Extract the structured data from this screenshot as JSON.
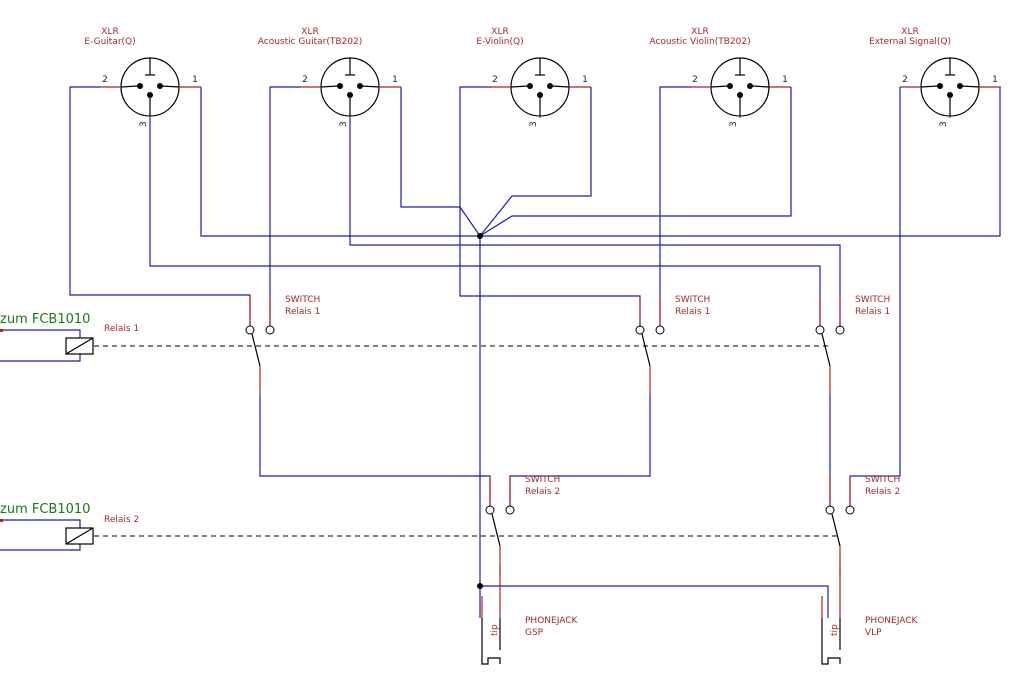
{
  "xlr_connectors": [
    {
      "type": "XLR",
      "name": "E-Guitar(Q)",
      "pin1": "1",
      "pin2": "2",
      "pin3": "3"
    },
    {
      "type": "XLR",
      "name": "Acoustic Guitar(TB202)",
      "pin1": "1",
      "pin2": "2",
      "pin3": "3"
    },
    {
      "type": "XLR",
      "name": "E-Violin(Q)",
      "pin1": "1",
      "pin2": "2",
      "pin3": "3"
    },
    {
      "type": "XLR",
      "name": "Acoustic Violin(TB202)",
      "pin1": "1",
      "pin2": "2",
      "pin3": "3"
    },
    {
      "type": "XLR",
      "name": "External Signal(Q)",
      "pin1": "1",
      "pin2": "2",
      "pin3": "3"
    }
  ],
  "switches": [
    {
      "type": "SWITCH",
      "name": "Relais 1"
    },
    {
      "type": "SWITCH",
      "name": "Relais 1"
    },
    {
      "type": "SWITCH",
      "name": "Relais 1"
    },
    {
      "type": "SWITCH",
      "name": "Relais 2"
    },
    {
      "type": "SWITCH",
      "name": "Relais 2"
    }
  ],
  "relays": [
    {
      "net": "zum FCB1010",
      "name": "Relais 1"
    },
    {
      "net": "zum FCB1010",
      "name": "Relais 2"
    }
  ],
  "phonejacks": [
    {
      "type": "PHONEJACK",
      "name": "GSP",
      "pin": "tip"
    },
    {
      "type": "PHONEJACK",
      "name": "VLP",
      "pin": "tip"
    }
  ],
  "colors": {
    "wire": "#1f1fa8",
    "label": "#a52a2a",
    "net_label": "#1a7a1a",
    "component": "#000000"
  }
}
